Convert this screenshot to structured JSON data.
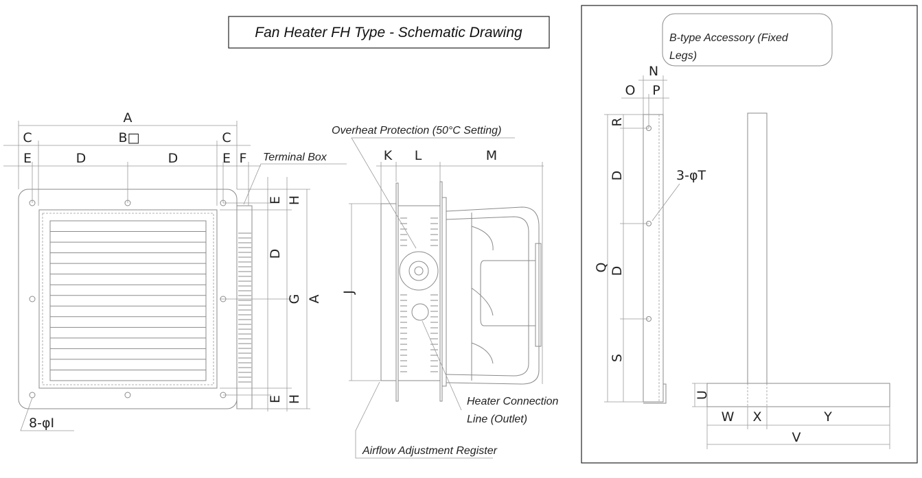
{
  "title": "Fan Heater FH Type - Schematic Drawing",
  "front": {
    "A_top": "A",
    "B": "B□",
    "C1": "C",
    "C2": "C",
    "E1": "E",
    "D1": "D",
    "D2": "D",
    "E2": "E",
    "F": "F",
    "E_top": "E",
    "H_top": "H",
    "D_r": "D",
    "G": "G",
    "A_r": "A",
    "E_bot": "E",
    "H_bot": "H",
    "holes": "8-φI",
    "terminal_box": "Terminal Box"
  },
  "side": {
    "K": "K",
    "L": "L",
    "M": "M",
    "J": "J",
    "overheat": "Overheat Protection (50°C Setting)",
    "heater1": "Heater Connection",
    "heater2": "Line (Outlet)",
    "register": "Airflow Adjustment Register"
  },
  "accessory": {
    "label1": "B-type Accessory (Fixed",
    "label2": "Legs)",
    "N": "N",
    "O": "O",
    "P": "P",
    "R": "R",
    "D1": "D",
    "D2": "D",
    "S": "S",
    "Q": "Q",
    "T": "3-φT",
    "U": "U",
    "W": "W",
    "X": "X",
    "Y": "Y",
    "V": "V"
  }
}
